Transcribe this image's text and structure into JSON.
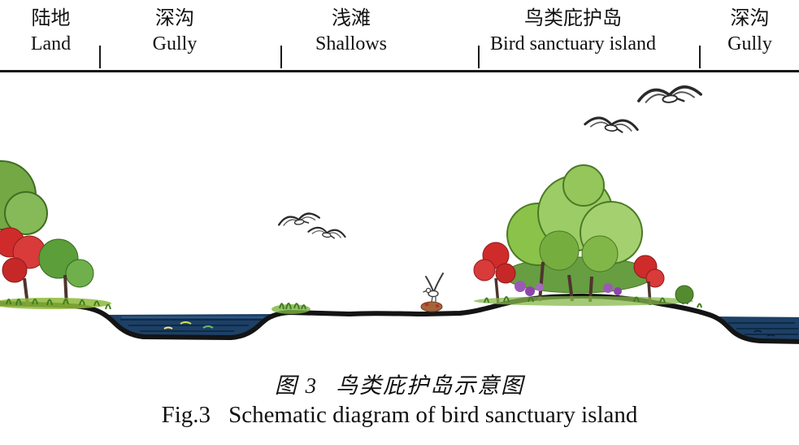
{
  "zones": [
    {
      "zh": "陆地",
      "en": "Land"
    },
    {
      "zh": "深沟",
      "en": "Gully"
    },
    {
      "zh": "浅滩",
      "en": "Shallows"
    },
    {
      "zh": "鸟类庇护岛",
      "en": "Bird sanctuary island"
    },
    {
      "zh": "深沟",
      "en": "Gully"
    }
  ],
  "caption": {
    "zh_label": "图 3",
    "zh_text": "鸟类庇护岛示意图",
    "en_label": "Fig.3",
    "en_text": "Schematic diagram of bird sanctuary island"
  },
  "colors": {
    "water": "#1d4066",
    "water_streak": "#0e2a47",
    "ground": "#141414",
    "foliage_green": "#8bc34a",
    "foliage_dark": "#558b2f",
    "foliage_red": "#cf2b2b",
    "flower_purple": "#9b59b6"
  },
  "illustration_alt": "Cross-section: land with trees, water-filled gully, shallows, vegetated bird sanctuary island, second gully; gulls flying above"
}
